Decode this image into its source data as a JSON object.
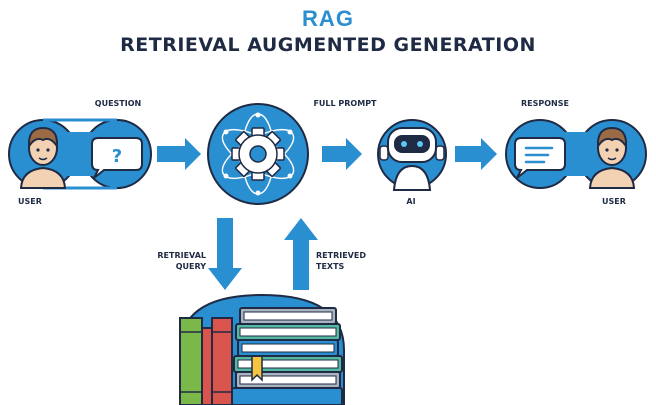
{
  "header": {
    "title": "RAG",
    "subtitle": "RETRIEVAL AUGMENTED GENERATION"
  },
  "labels": {
    "question": "QUESTION",
    "full_prompt": "FULL PROMPT",
    "response": "RESPONSE",
    "user_left": "USER",
    "ai": "AI",
    "user_right": "USER",
    "retrieval_query_1": "RETRIEVAL",
    "retrieval_query_2": "QUERY",
    "retrieved_texts_1": "RETRIEVED",
    "retrieved_texts_2": "TEXTS"
  },
  "icons": {
    "question_mark": "?"
  },
  "colors": {
    "accent_blue": "#2a8fd0",
    "dark_navy": "#1f2a44",
    "book_green": "#7bb84a",
    "book_red": "#d9544d",
    "book_teal": "#55b8a0",
    "book_gray": "#a9b4c0"
  }
}
